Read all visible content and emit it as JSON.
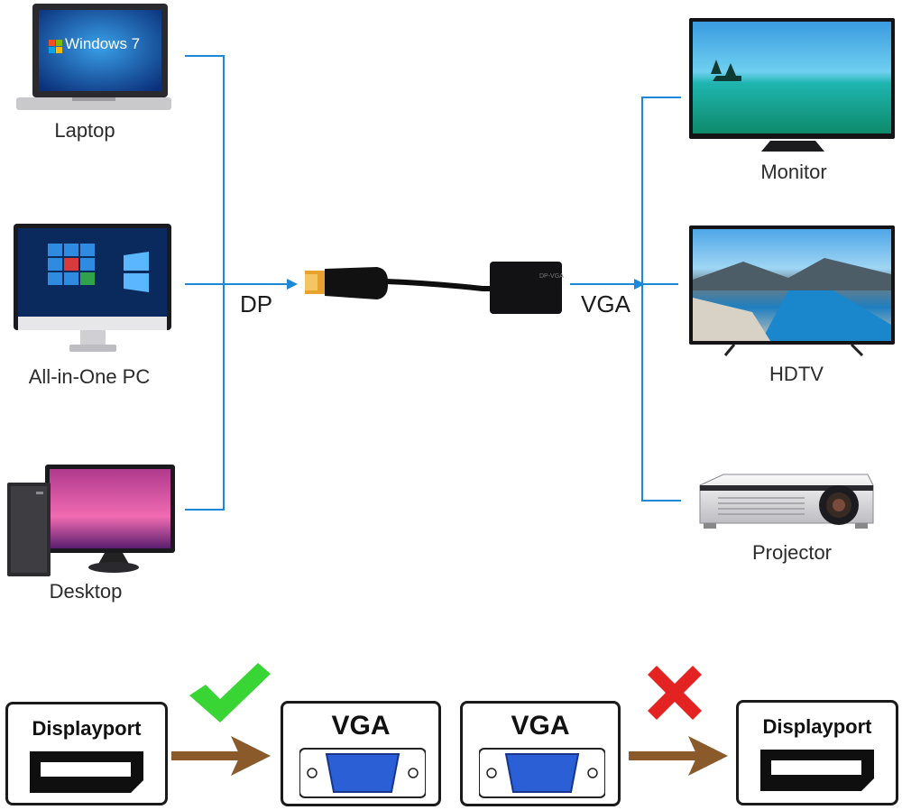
{
  "sources": [
    {
      "label": "Laptop",
      "icon": "laptop-icon",
      "screen_text": "Windows 7"
    },
    {
      "label": "All-in-One PC",
      "icon": "all-in-one-pc-icon"
    },
    {
      "label": "Desktop",
      "icon": "desktop-icon"
    }
  ],
  "targets": [
    {
      "label": "Monitor",
      "icon": "monitor-icon"
    },
    {
      "label": "HDTV",
      "icon": "hdtv-icon"
    },
    {
      "label": "Projector",
      "icon": "projector-icon"
    }
  ],
  "adapter": {
    "input_label": "DP",
    "output_label": "VGA"
  },
  "compatibility": [
    {
      "from": "Displayport",
      "to": "VGA",
      "supported": true,
      "mark": "check-icon"
    },
    {
      "from": "VGA",
      "to": "Displayport",
      "supported": false,
      "mark": "cross-icon"
    }
  ],
  "colors": {
    "connector_line": "#1e88d8",
    "arrow": "#8b5a2b",
    "check": "#39d534",
    "cross": "#e32222",
    "vga_port": "#2a5fd6"
  }
}
